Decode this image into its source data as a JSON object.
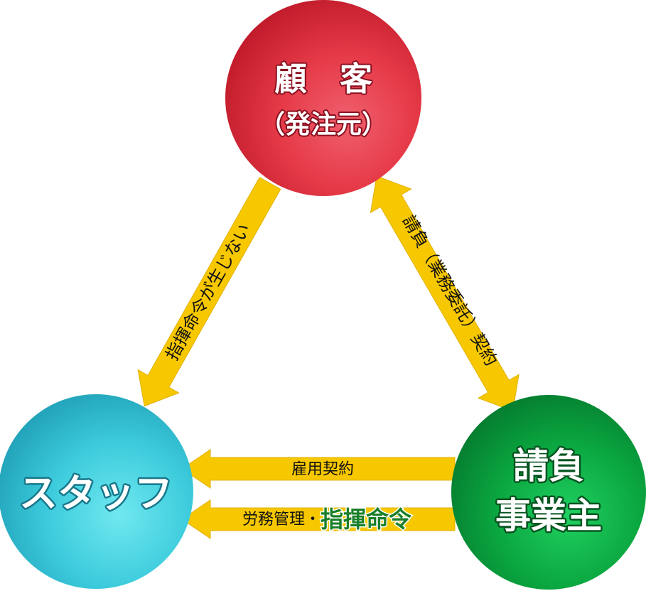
{
  "nodes": {
    "customer": {
      "line1": "顧　客",
      "line2": "（発注元）",
      "color": "#e03040"
    },
    "staff": {
      "label": "スタッフ",
      "color": "#3cc8d8"
    },
    "contractor": {
      "line1": "請負",
      "line2": "事業主",
      "color": "#10a040"
    }
  },
  "arrows": {
    "customer_to_staff": {
      "label": "指揮命令が生じない"
    },
    "contract": {
      "label": "請負（業務委託）契約"
    },
    "employment": {
      "label": "雇用契約"
    },
    "management": {
      "label_prefix": "労務管理・",
      "label_emphasis": "指揮命令",
      "emphasis_color": "#1a7f2a"
    }
  },
  "colors": {
    "arrow": "#f7c800",
    "arrow_edge": "#e0b000"
  }
}
